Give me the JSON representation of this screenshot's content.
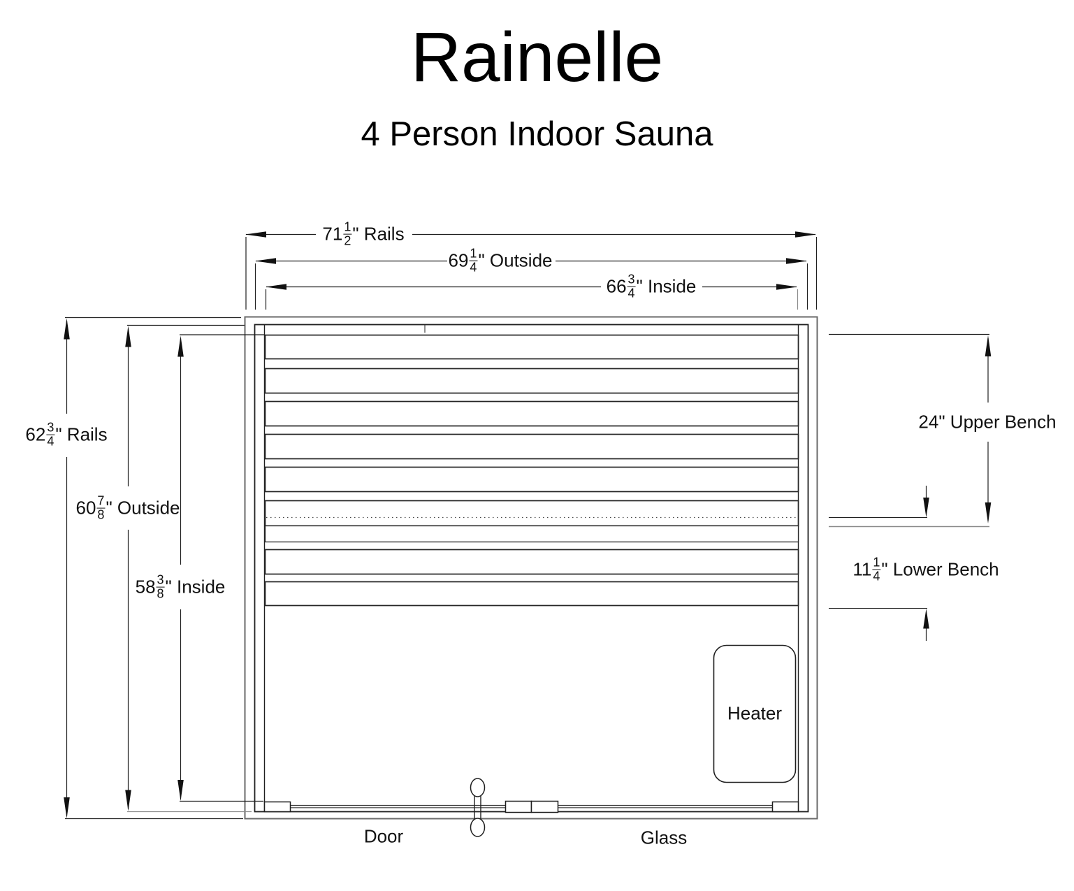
{
  "title": "Rainelle",
  "subtitle": "4 Person Indoor Sauna",
  "colors": {
    "line": "#1f1f1f",
    "frame_gray": "#6a6a6a",
    "extension_gray": "#8a8a8a",
    "background": "#ffffff"
  },
  "dims": {
    "top_rails": {
      "whole": "71",
      "num": "1",
      "den": "2",
      "suffix": "\" Rails"
    },
    "top_outside": {
      "whole": "69",
      "num": "1",
      "den": "4",
      "suffix": "\" Outside"
    },
    "top_inside": {
      "whole": "66",
      "num": "3",
      "den": "4",
      "suffix": "\" Inside"
    },
    "left_rails": {
      "whole": "62",
      "num": "3",
      "den": "4",
      "suffix": "\" Rails"
    },
    "left_outside": {
      "whole": "60",
      "num": "7",
      "den": "8",
      "suffix": "\" Outside"
    },
    "left_inside": {
      "whole": "58",
      "num": "3",
      "den": "8",
      "suffix": "\" Inside"
    },
    "upper_bench": {
      "label": "24\" Upper Bench"
    },
    "lower_bench": {
      "whole": "11",
      "num": "1",
      "den": "4",
      "suffix": "\" Lower Bench"
    }
  },
  "plan": {
    "door_label": "Door",
    "glass_label": "Glass",
    "heater_label": "Heater"
  }
}
